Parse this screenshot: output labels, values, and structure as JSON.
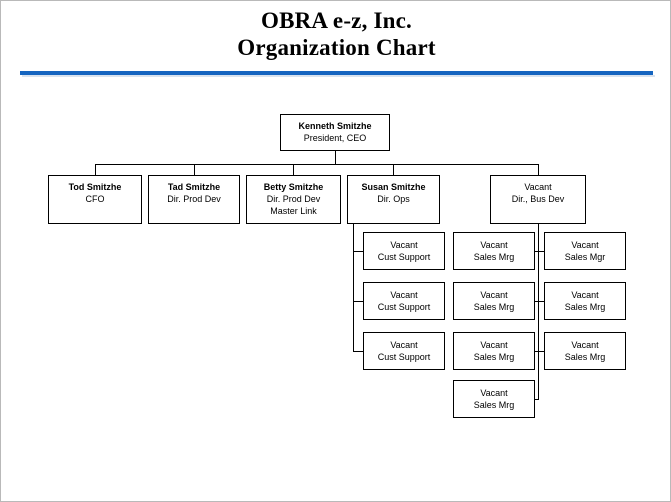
{
  "slide": {
    "title_line1": "OBRA e-z, Inc.",
    "title_line2": "Organization Chart",
    "accent_color": "#1565C0",
    "background_color": "#ffffff",
    "box_border_color": "#000000"
  },
  "chart": {
    "ceo": {
      "name": "Kenneth Smitzhe",
      "role": "President, CEO"
    },
    "directors": [
      {
        "name": "Tod Smitzhe",
        "role": "CFO",
        "role2": "",
        "vacant": false
      },
      {
        "name": "Tad Smitzhe",
        "role": "Dir. Prod Dev",
        "role2": "",
        "vacant": false
      },
      {
        "name": "Betty Smitzhe",
        "role": "Dir.  Prod Dev",
        "role2": "Master Link",
        "vacant": false
      },
      {
        "name": "Susan Smitzhe",
        "role": "Dir.  Ops",
        "role2": "",
        "vacant": false
      },
      {
        "name": "Vacant",
        "role": "Dir., Bus Dev",
        "role2": "",
        "vacant": true
      }
    ],
    "cust_support": [
      {
        "name": "Vacant",
        "role": "Cust Support"
      },
      {
        "name": "Vacant",
        "role": "Cust Support"
      },
      {
        "name": "Vacant",
        "role": "Cust Support"
      }
    ],
    "sales_middle": [
      {
        "name": "Vacant",
        "role": "Sales Mrg"
      },
      {
        "name": "Vacant",
        "role": "Sales Mrg"
      },
      {
        "name": "Vacant",
        "role": "Sales Mrg"
      },
      {
        "name": "Vacant",
        "role": "Sales Mrg"
      }
    ],
    "sales_right": [
      {
        "name": "Vacant",
        "role": "Sales Mgr"
      },
      {
        "name": "Vacant",
        "role": "Sales Mrg"
      },
      {
        "name": "Vacant",
        "role": "Sales Mrg"
      }
    ]
  }
}
